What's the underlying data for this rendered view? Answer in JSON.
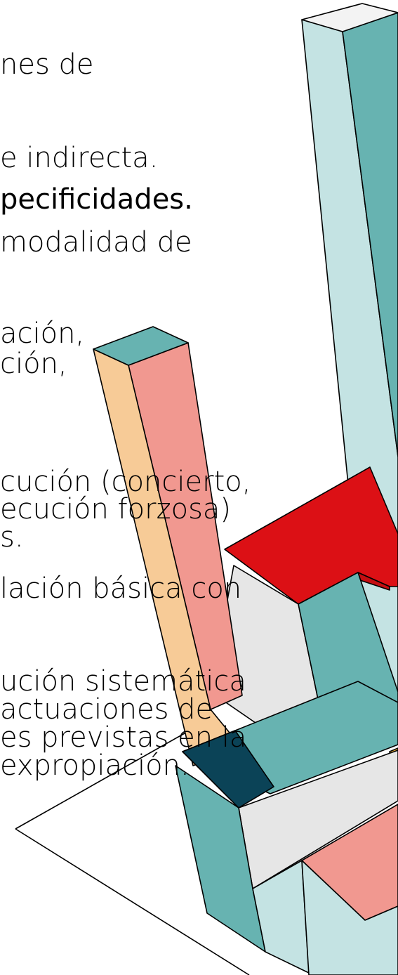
{
  "slide": {
    "text_lines": [
      "nes de",
      "e indirecta.",
      "pecificidades.",
      "modalidad de",
      "ación,",
      "ción,",
      "cución (concierto,",
      "ecución forzosa)",
      "s.",
      "lación básica con",
      "ución sistemática",
      "actuaciones de",
      "es previstas en la",
      "expropiación."
    ]
  },
  "colors": {
    "teal": "#67b3b1",
    "light_teal": "#c4e3e3",
    "salmon": "#f19890",
    "peach": "#f7cb97",
    "red": "#dc1015",
    "light_gray": "#e6e6e6",
    "dark_teal": "#0b4357",
    "yellow": "#f5b533",
    "pale_face": "#f3f3f3"
  }
}
